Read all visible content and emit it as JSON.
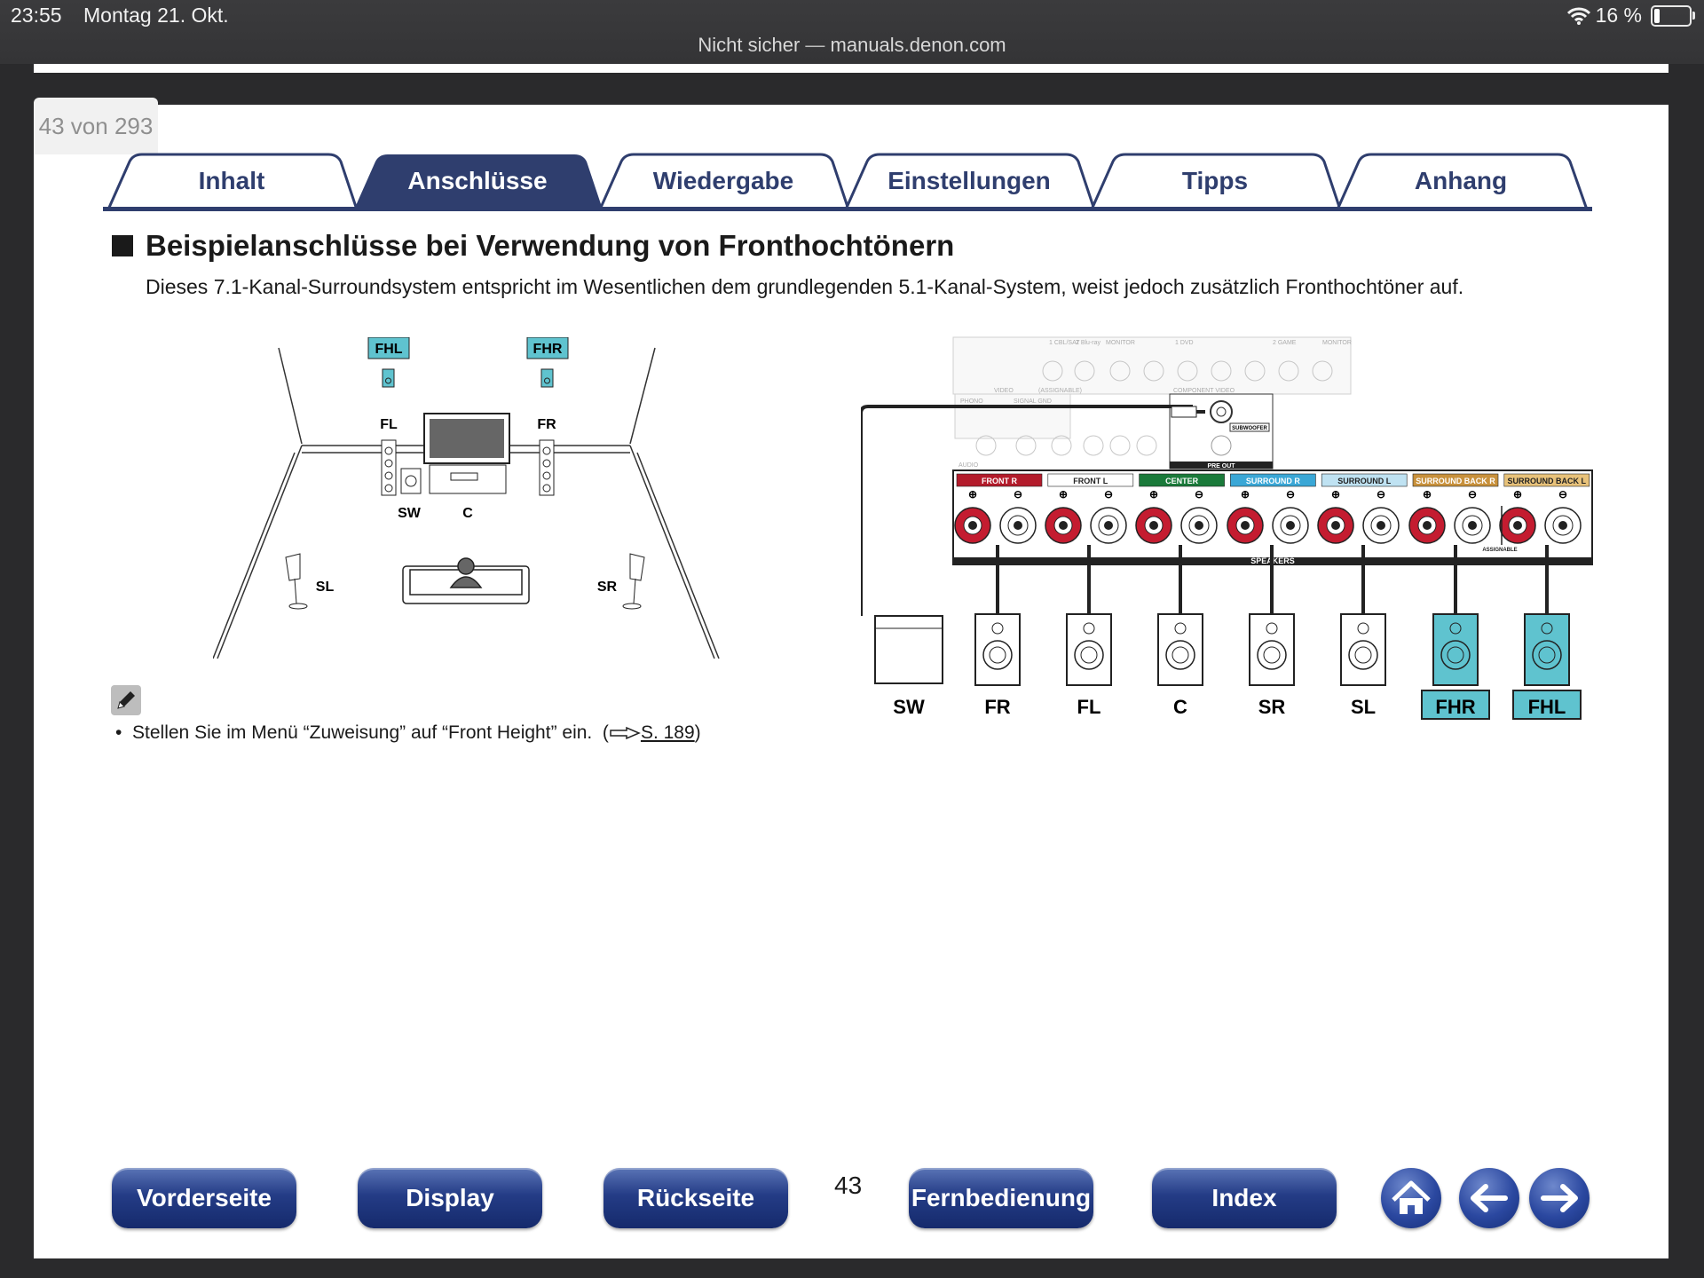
{
  "status_bar": {
    "time": "23:55",
    "date": "Montag 21. Okt.",
    "security": "Nicht sicher",
    "separator": " — ",
    "url": "manuals.denon.com",
    "wifi_icon": "wifi-icon",
    "battery_text": "16 %",
    "battery_level": 0.16
  },
  "page_counter": "43 von 293",
  "tabs": [
    {
      "label": "Inhalt",
      "active": false
    },
    {
      "label": "Anschlüsse",
      "active": true
    },
    {
      "label": "Wiedergabe",
      "active": false
    },
    {
      "label": "Einstellungen",
      "active": false
    },
    {
      "label": "Tipps",
      "active": false
    },
    {
      "label": "Anhang",
      "active": false
    }
  ],
  "section": {
    "title": "Beispielanschlüsse bei Verwendung von Fronthochtönern",
    "description": "Dieses 7.1-Kanal-Surroundsystem entspricht im Wesentlichen dem grundlegenden 5.1-Kanal-System, weist jedoch zusätzlich Fronthochtöner auf."
  },
  "room_diagram": {
    "labels": {
      "fhl": "FHL",
      "fhr": "FHR",
      "fl": "FL",
      "fr": "FR",
      "sw": "SW",
      "c": "C",
      "sl": "SL",
      "sr": "SR"
    }
  },
  "wiring_diagram": {
    "top_panel": {
      "row1": [
        "1 CBL/SAT",
        "2 Blu-ray",
        "MONITOR",
        "1 DVD",
        "2 GAME",
        "MONITOR"
      ],
      "video_label": "VIDEO",
      "component_label": "COMPONENT VIDEO",
      "assignable": "(ASSIGNABLE)",
      "audio_label": "AUDIO",
      "phono": "PHONO",
      "signal_gnd": "SIGNAL GND",
      "subwoofer": "SUBWOOFER",
      "pre_out": "PRE OUT"
    },
    "terminals": [
      {
        "label": "FRONT R",
        "color": "#b31b2b"
      },
      {
        "label": "FRONT L",
        "color": "#ffffff"
      },
      {
        "label": "CENTER",
        "color": "#1a7a3a"
      },
      {
        "label": "SURROUND R",
        "color": "#3aa7d6"
      },
      {
        "label": "SURROUND L",
        "color": "#bfe2f2"
      },
      {
        "label": "SURROUND BACK R",
        "color": "#c8913c"
      },
      {
        "label": "SURROUND BACK L",
        "color": "#e8c27a"
      }
    ],
    "speakers_label": "SPEAKERS",
    "assignable_label": "ASSIGNABLE",
    "speakers": [
      {
        "label": "SW",
        "highlight": false
      },
      {
        "label": "FR",
        "highlight": false
      },
      {
        "label": "FL",
        "highlight": false
      },
      {
        "label": "C",
        "highlight": false
      },
      {
        "label": "SR",
        "highlight": false
      },
      {
        "label": "SL",
        "highlight": false
      },
      {
        "label": "FHR",
        "highlight": true
      },
      {
        "label": "FHL",
        "highlight": true
      }
    ],
    "highlight_color": "#5fc3cf"
  },
  "note": {
    "icon": "pencil-icon",
    "text": "Stellen Sie im Menü “Zuweisung” auf “Front Height” ein.",
    "ref_icon": "pointing-hand-icon",
    "ref_link": "S. 189"
  },
  "page_number": "43",
  "bottom_nav": {
    "vorderseite": "Vorderseite",
    "display": "Display",
    "rueckseite": "Rückseite",
    "fernbedienung": "Fernbedienung",
    "index": "Index",
    "home_icon": "home-icon",
    "back_icon": "arrow-left-icon",
    "forward_icon": "arrow-right-icon"
  },
  "colors": {
    "accent": "#2f3e6e",
    "nav_button": "#243c86"
  }
}
